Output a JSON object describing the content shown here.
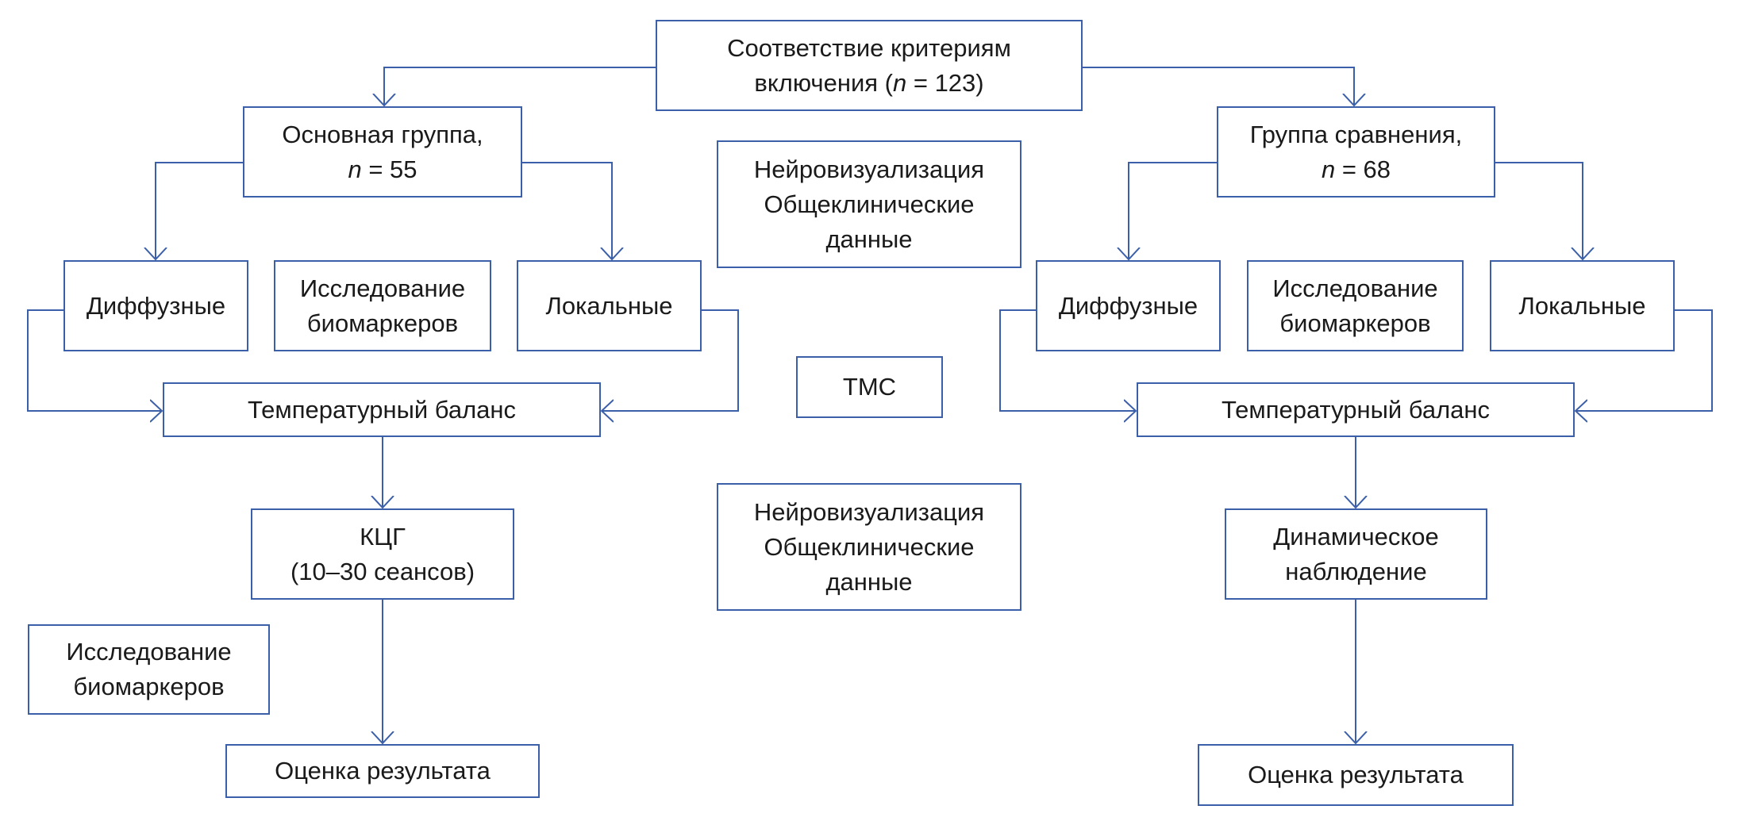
{
  "diagram": {
    "colors": {
      "line": "#3b5fa8",
      "text": "#1a1a1a",
      "background": "#ffffff"
    },
    "root": {
      "line1": "Соответствие критериям",
      "line2_prefix": "включения (",
      "n_symbol": "n",
      "line2_suffix": " = 123)"
    },
    "main_group": {
      "line1": "Основная группа,",
      "n_symbol": "n",
      "n_value": " = 55"
    },
    "comparison_group": {
      "line1": "Группа сравнения,",
      "n_symbol": "n",
      "n_value": " = 68"
    },
    "center_top": "Нейровизуализация\nОбщеклинические\nданные",
    "center_tms": "ТМС",
    "center_bottom": "Нейровизуализация\nОбщеклинические\nданные",
    "left_branch": {
      "diffuse": "Диффузные",
      "biomarkers": "Исследование\nбиомаркеров",
      "local": "Локальные",
      "temperature": "Температурный баланс",
      "treatment": "КЦГ\n(10–30 сеансов)",
      "biomarkers_after": "Исследование\nбиомаркеров",
      "outcome": "Оценка результата"
    },
    "right_branch": {
      "diffuse": "Диффузные",
      "biomarkers": "Исследование\nбиомаркеров",
      "local": "Локальные",
      "temperature": "Температурный баланс",
      "observation": "Динамическое\nнаблюдение",
      "outcome": "Оценка результата"
    }
  }
}
